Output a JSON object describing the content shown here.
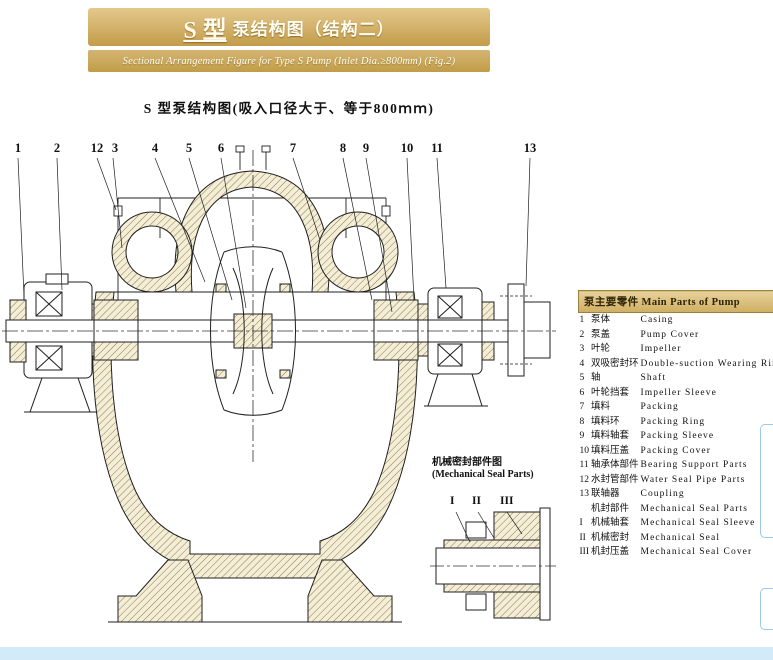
{
  "banner": {
    "title_prefix": "S 型",
    "title_rest": "泵结构图（结构二）",
    "subtitle": "Sectional Arrangement Figure for Type S Pump (Inlet Dia.≥800mm) (Fig.2)"
  },
  "caption": "S 型泵结构图(吸入口径大于、等于800ｍｍ)",
  "callouts": [
    "1",
    "2",
    "12",
    "3",
    "4",
    "5",
    "6",
    "7",
    "8",
    "9",
    "10",
    "11",
    "13"
  ],
  "inset": {
    "label_cn": "机械密封部件图",
    "label_en": "(Mechanical Seal Parts)",
    "callouts": [
      "I",
      "II",
      "III"
    ]
  },
  "parts_table": {
    "header": "泵主要零件 Main Parts of Pump",
    "rows": [
      {
        "num": "1",
        "cn": "泵体",
        "en": "Casing"
      },
      {
        "num": "2",
        "cn": "泵盖",
        "en": "Pump Cover"
      },
      {
        "num": "3",
        "cn": "叶轮",
        "en": "Impeller"
      },
      {
        "num": "4",
        "cn": "双吸密封环",
        "en": "Double-suction Wearing Ring"
      },
      {
        "num": "5",
        "cn": "轴",
        "en": "Shaft"
      },
      {
        "num": "6",
        "cn": "叶轮挡套",
        "en": "Impeller Sleeve"
      },
      {
        "num": "7",
        "cn": "填料",
        "en": "Packing"
      },
      {
        "num": "8",
        "cn": "填料环",
        "en": "Packing Ring"
      },
      {
        "num": "9",
        "cn": "填料轴套",
        "en": "Packing Sleeve"
      },
      {
        "num": "10",
        "cn": "填料压盖",
        "en": "Packing Cover"
      },
      {
        "num": "11",
        "cn": "轴承体部件",
        "en": "Bearing Support Parts"
      },
      {
        "num": "12",
        "cn": "水封管部件",
        "en": "Water Seal Pipe Parts"
      },
      {
        "num": "13",
        "cn": "联轴器",
        "en": "Coupling"
      }
    ],
    "seal_rows": [
      {
        "num": "",
        "cn": "机封部件",
        "en": "Mechanical Seal Parts"
      },
      {
        "num": "I",
        "cn": "机械轴套",
        "en": "Mechanical Seal Sleeve"
      },
      {
        "num": "II",
        "cn": "机械密封",
        "en": "Mechanical Seal"
      },
      {
        "num": "III",
        "cn": "机封压盖",
        "en": "Mechanical Seal Cover"
      }
    ]
  }
}
